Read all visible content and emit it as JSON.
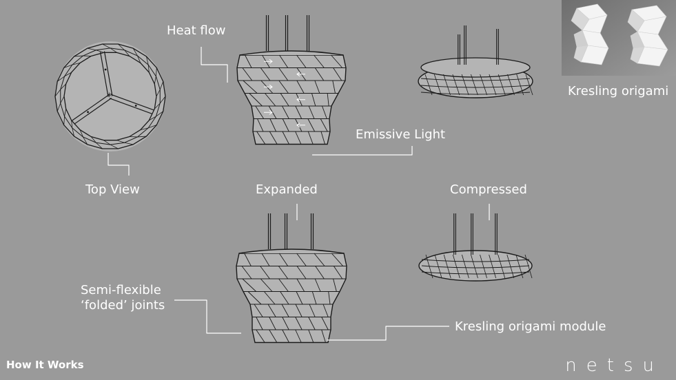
{
  "labels": {
    "heat_flow": "Heat flow",
    "top_view": "Top View",
    "emissive_light": "Emissive Light",
    "kresling_origami": "Kresling origami",
    "expanded": "Expanded",
    "compressed": "Compressed",
    "semi_flexible": "Semi-flexible\n‘folded’ joints",
    "kresling_module": "Kresling origami module"
  },
  "footer": {
    "title": "How It Works",
    "brand": "netsu"
  },
  "colors": {
    "background": "#9a9a9a",
    "line": "#1a1a1a",
    "lamp_fill": "#b4b4b4",
    "leader": "#ffffff",
    "text": "#ffffff"
  }
}
